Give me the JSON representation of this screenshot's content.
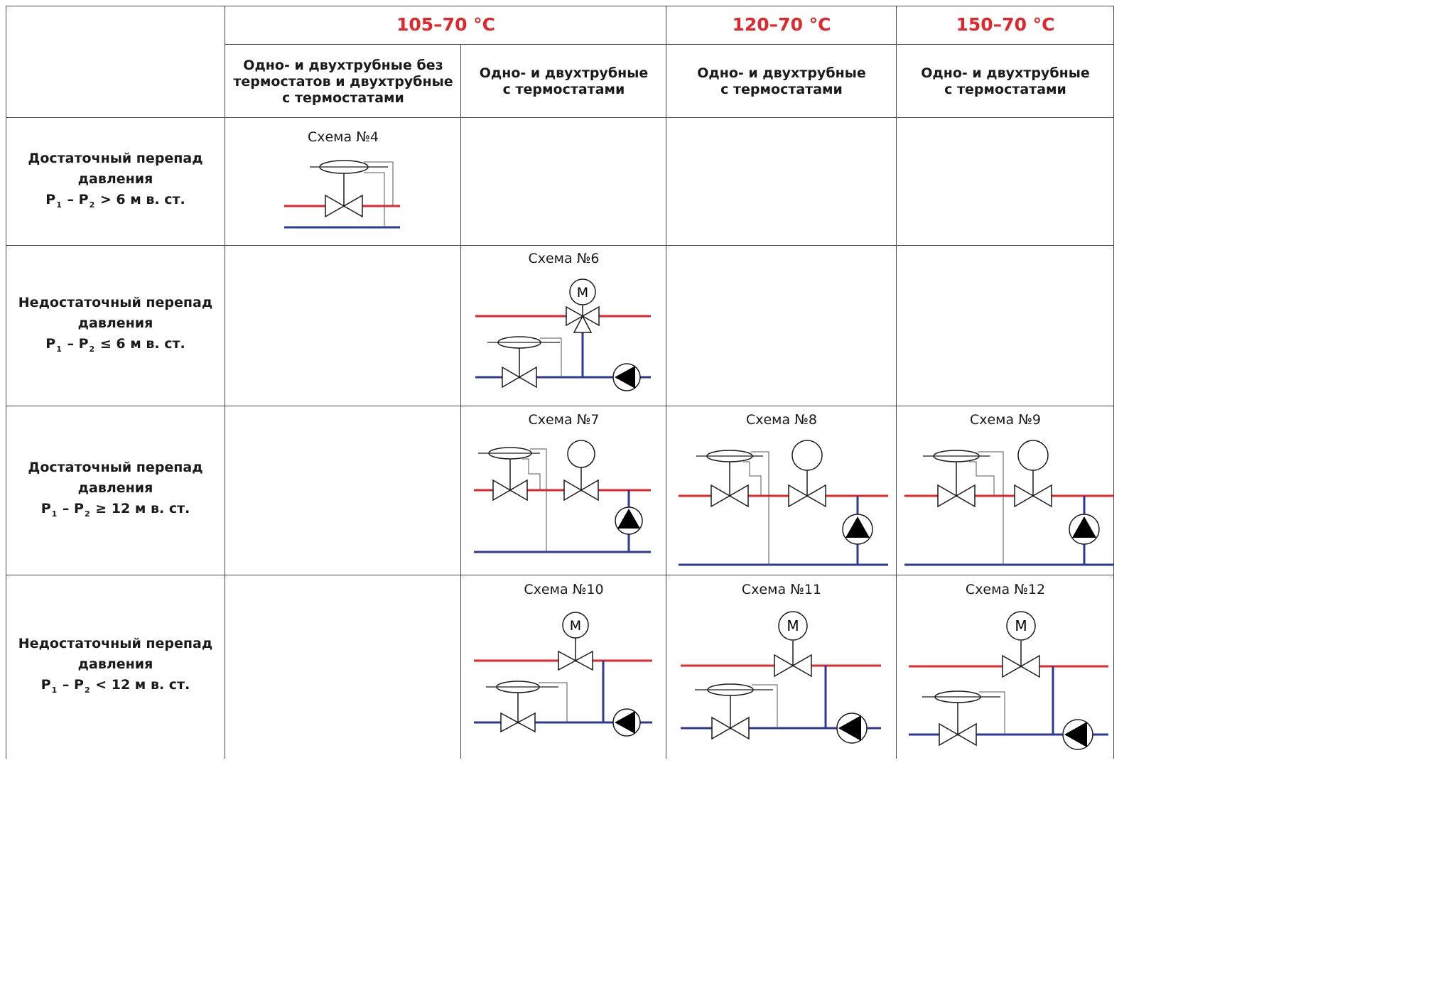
{
  "header": {
    "temps": [
      "105–70 °C",
      "120–70 °C",
      "150–70 °C"
    ],
    "subheaders": [
      "Одно- и двухтрубные без\nтермостатов и двухтрубные\nс термостатами",
      "Одно- и двухтрубные\nс термостатами",
      "Одно- и двухтрубные\nс термостатами",
      "Одно- и двухтрубные\nс термостатами"
    ]
  },
  "rows": [
    {
      "line1": "Достаточный перепад\nдавления",
      "p1": "P",
      "s1": "1",
      "dash": " – ",
      "p2": "P",
      "s2": "2",
      "rest": "  > 6 м в. ст."
    },
    {
      "line1": "Недостаточный перепад\nдавления",
      "p1": "P",
      "s1": "1",
      "dash": " – ",
      "p2": "P",
      "s2": "2",
      "rest": " ≤ 6 м в. ст."
    },
    {
      "line1": "Достаточный перепад\nдавления",
      "p1": "P",
      "s1": "1",
      "dash": " – ",
      "p2": "P",
      "s2": "2",
      "rest": " ≥ 12 м в. ст."
    },
    {
      "line1": "Недостаточный перепад\nдавления",
      "p1": "P",
      "s1": "1",
      "dash": " – ",
      "p2": "P",
      "s2": "2",
      "rest": " < 12 м в. ст."
    }
  ],
  "schemes": {
    "s4": "Схема №4",
    "s6": "Схема №6",
    "s7": "Схема №7",
    "s8": "Схема №8",
    "s9": "Схема №9",
    "s10": "Схема №10",
    "s11": "Схема №11",
    "s12": "Схема №12"
  },
  "motor_label": "M",
  "colors": {
    "supply": "#e3262b",
    "return": "#2b3a9a",
    "grid": "#4a4a4a",
    "accent": "#e3262b"
  }
}
